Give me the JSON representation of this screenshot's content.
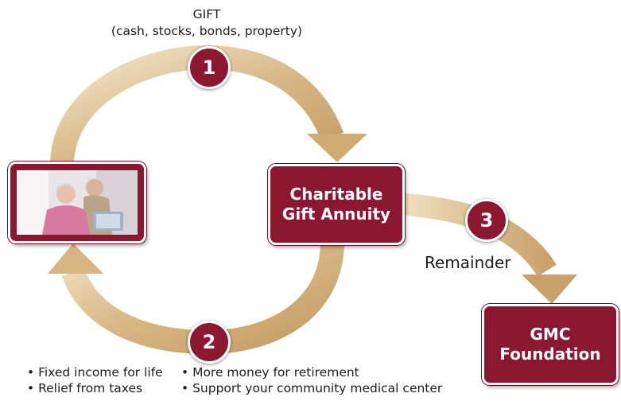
{
  "gift": {
    "title": "GIFT",
    "subtitle": "(cash, stocks, bonds, property)"
  },
  "steps": [
    "1",
    "2",
    "3"
  ],
  "annuity_box": {
    "line1": "Charitable",
    "line2": "Gift Annuity"
  },
  "foundation_box": {
    "line1": "GMC",
    "line2": "Foundation"
  },
  "remainder_label": "Remainder",
  "benefits_left": [
    "• Fixed income for life",
    "• Relief from taxes"
  ],
  "benefits_right": [
    "• More money for retirement",
    "• Support your community medical center"
  ],
  "colors": {
    "box_fill": "#8c1730",
    "arrow_gold": "#d9b98a",
    "arrow_light": "#f2e3c6"
  }
}
